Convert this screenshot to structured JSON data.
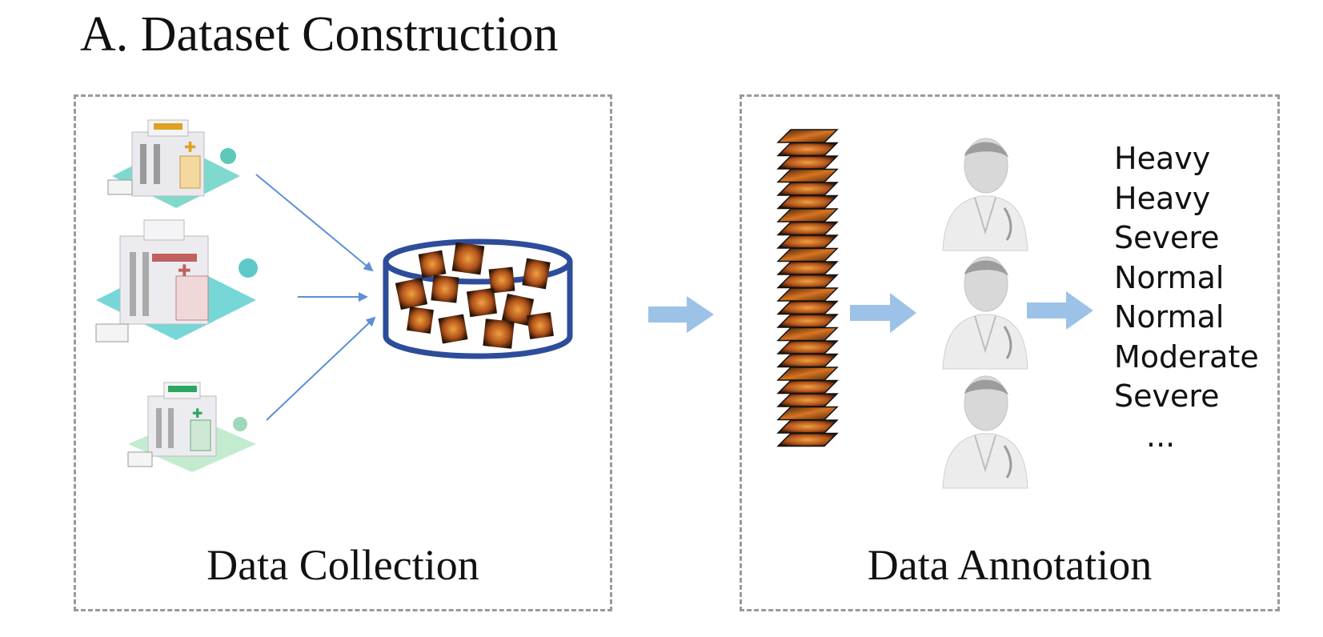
{
  "title": "A. Dataset Construction",
  "panels": {
    "collection": {
      "caption": "Data Collection"
    },
    "annotation": {
      "caption": "Data Annotation",
      "labels": [
        "Heavy",
        "Heavy",
        "Severe",
        "Normal",
        "Normal",
        "Moderate",
        "Severe",
        "..."
      ]
    }
  },
  "icons": {
    "hospitals": [
      "hospital-icon",
      "hospital-icon",
      "hospital-icon"
    ],
    "database": "database-cylinder-icon",
    "image_stack": "image-stack-icon",
    "annotators": [
      "doctor-icon",
      "doctor-icon",
      "doctor-icon"
    ]
  },
  "colors": {
    "arrow_line": "#5b8fd6",
    "arrow_block": "#9cc2e8",
    "database": "#2d4d9b",
    "panel_border": "#9a9a9a",
    "image_tone": "#c8621c"
  }
}
